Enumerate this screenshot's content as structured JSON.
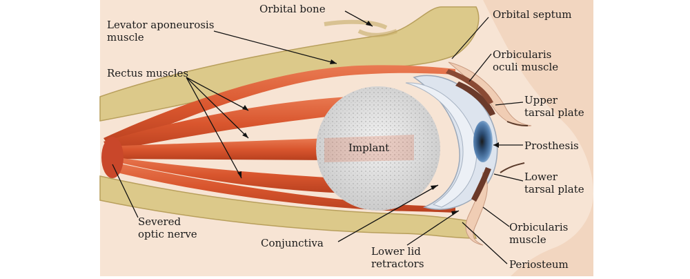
{
  "labels": {
    "orbital_bone": "Orbital bone",
    "levator": "Levator aponeurosis\nmuscle",
    "rectus": "Rectus muscles",
    "severed": "Severed\noptic nerve",
    "implant": "Implant",
    "conjunctiva": "Conjunctiva",
    "lower_lid": "Lower lid\nretractors",
    "periosteum": "Periosteum",
    "orbicularis_muscle": "Orbicularis\nmuscle",
    "lower_tarsal": "Lower\ntarsal plate",
    "prosthesis": "Prosthesis",
    "upper_tarsal": "Upper\ntarsal plate",
    "orbicularis_oculi": "Orbicularis\noculi muscle",
    "orbital_septum": "Orbital septum"
  },
  "colors": {
    "skin": "#f7e4d4",
    "bone": "#dcc98a",
    "muscle": "#d9562e",
    "prosthesis_shell": "#dde4ee",
    "iris": "#5a86b6",
    "eyelid_plate": "#6b3a2a",
    "leader": "#111111"
  }
}
